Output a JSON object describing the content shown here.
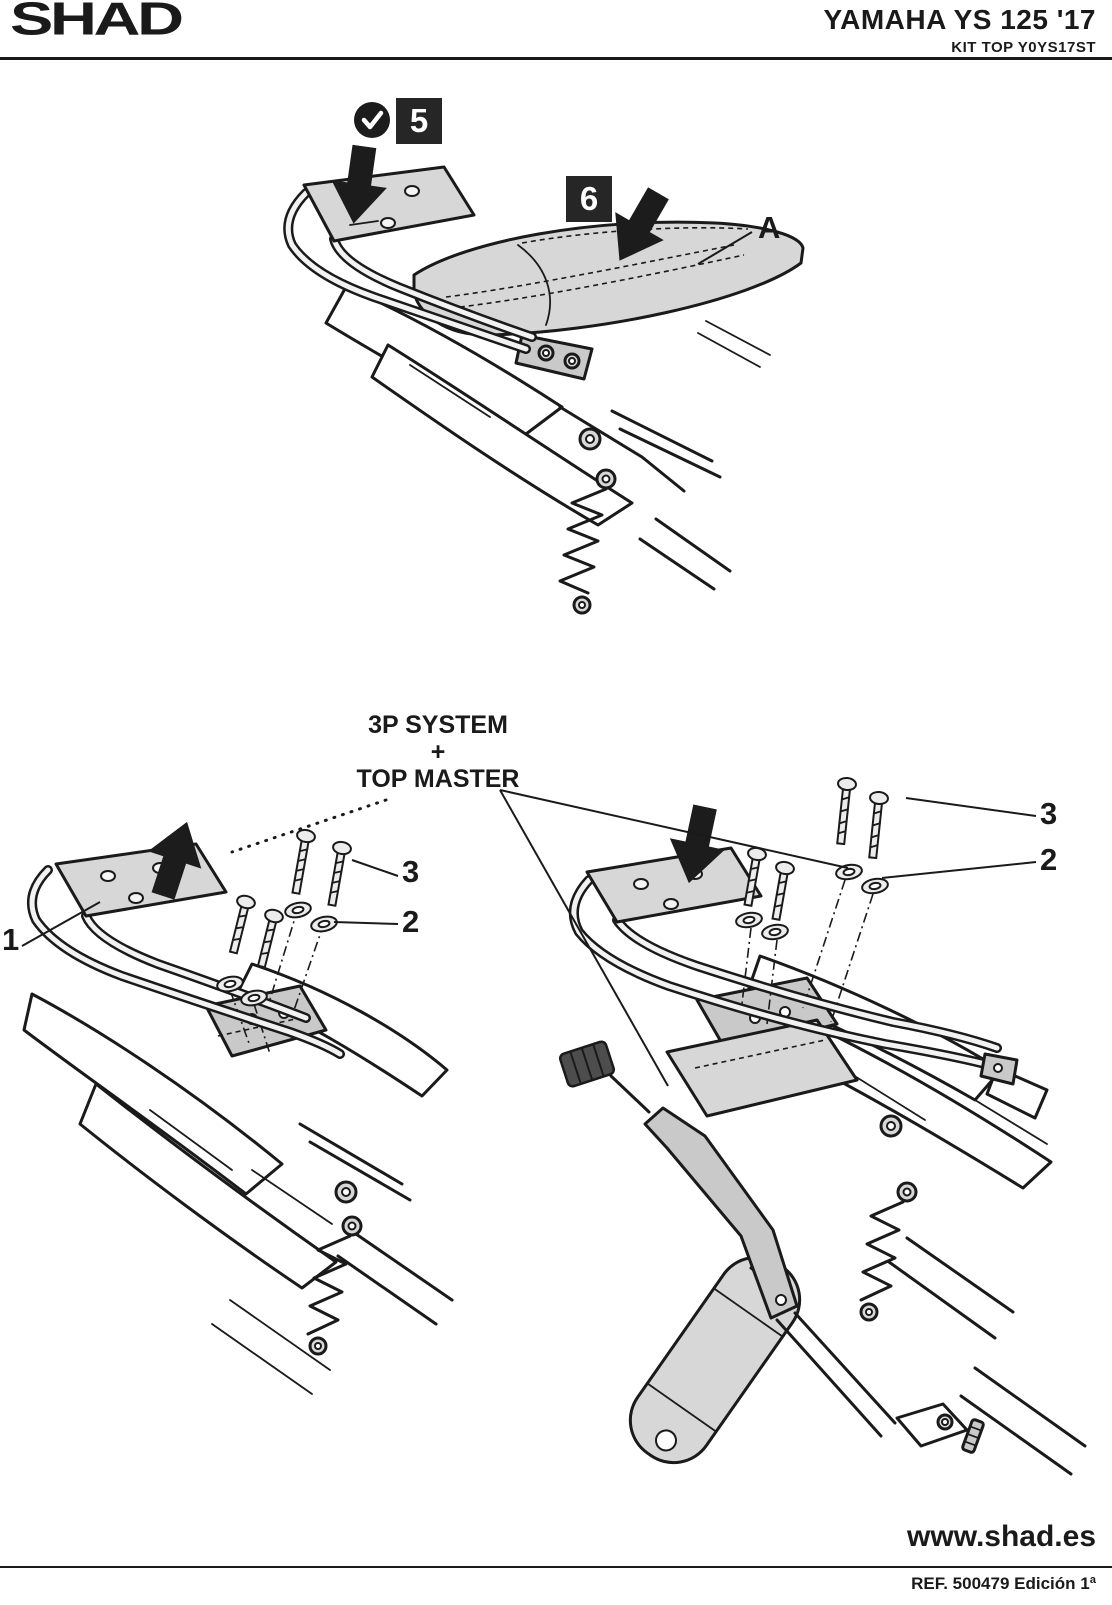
{
  "header": {
    "brand": "SHAD",
    "model": "YAMAHA YS 125 '17",
    "kit_code": "KIT TOP Y0YS17ST"
  },
  "annotations": {
    "step_5": "5",
    "step_6": "6",
    "part_a": "A",
    "part_1": "1",
    "part_2": "2",
    "part_3": "3"
  },
  "system_label": {
    "line1": "3P SYSTEM",
    "line2": "+",
    "line3": "TOP MASTER"
  },
  "footer": {
    "website": "www.shad.es",
    "reference": "REF. 500479 Edición 1ª"
  },
  "colors": {
    "ink": "#1a1a1a",
    "badge_bg": "#262626",
    "part_gray": "#d7d7d7"
  }
}
